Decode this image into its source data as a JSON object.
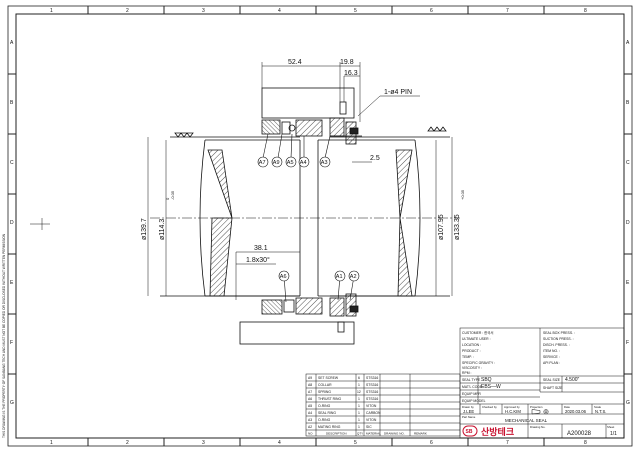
{
  "frame": {
    "col_labels": [
      "1",
      "2",
      "3",
      "4",
      "5",
      "6",
      "7",
      "8"
    ],
    "row_labels": [
      "A",
      "B",
      "C",
      "D",
      "E",
      "F",
      "G"
    ]
  },
  "dimensions": {
    "d_52_4": "52.4",
    "d_19_8": "19.8",
    "d_16_3": "16.3",
    "pin": "1-ø4 PIN",
    "d_2_5": "2.5",
    "d_139_7": "ø139.7",
    "d_114_3": "ø114.3",
    "d_114_3_tol": "-0.05",
    "d_114_3_tol0": "0",
    "d_107_95": "ø107.95",
    "d_133_35": "ø133.35",
    "d_133_35_tol": "+0.05",
    "d_38_1": "38.1",
    "chamfer": "1.8x30°"
  },
  "balloons": [
    "A7",
    "A9",
    "A5",
    "A4",
    "A3",
    "A6",
    "A1",
    "A2"
  ],
  "parts": [
    {
      "no": "A9",
      "desc": "SET SCREW",
      "qty": "6",
      "mat": "STS316"
    },
    {
      "no": "A8",
      "desc": "COLLAR",
      "qty": "1",
      "mat": "STS316"
    },
    {
      "no": "A7",
      "desc": "SPRING",
      "qty": "12",
      "mat": "STS316"
    },
    {
      "no": "A6",
      "desc": "THRUST RING",
      "qty": "1",
      "mat": "STS316"
    },
    {
      "no": "A5",
      "desc": "O-RING",
      "qty": "1",
      "mat": "VITON"
    },
    {
      "no": "A4",
      "desc": "SEAL RING",
      "qty": "1",
      "mat": "CARBON"
    },
    {
      "no": "A3",
      "desc": "O-RING",
      "qty": "1",
      "mat": "VITON"
    },
    {
      "no": "A2",
      "desc": "MATING RING",
      "qty": "1",
      "mat": "SIC"
    }
  ],
  "parts_header": {
    "no": "NO",
    "desc": "DESCRIPTION",
    "qty": "QTY",
    "mat": "MATERIAL",
    "dwg": "DRAWING NO.",
    "remark": "REMARK"
  },
  "title_block": {
    "left_rows": [
      "CUSTOMER : 한국서",
      "ULTIMATE USER :",
      "LOCATION :",
      "PRODUCT :",
      "TEMP. :",
      "SPECIFIC GRAVITY :",
      "VISCOSITY :",
      "RPM :"
    ],
    "right_rows": [
      "SEAL BOX PRESS. :",
      "SUCTION PRESS. :",
      "DISCH. PRESS. :",
      "ITEM NO. :",
      "SERVICE :",
      "API PLAN :"
    ],
    "seal_type_label": "SEAL TYPE",
    "seal_type": "SBQ",
    "matl_code_label": "MAT'L CODE",
    "matl_code": "EBS—W",
    "equip_mfr_label": "EQUIP MFR",
    "equip_model_label": "EQUIP MODEL",
    "seal_size_label": "SEAL SIZE",
    "seal_size": "4.500\"",
    "shaft_size_label": "SHAFT SIZE",
    "drawn_label": "Drawn by",
    "drawn": "J.LEE",
    "checked_label": "Checked by",
    "approved_label": "Approved by",
    "approved": "H.C.KIM",
    "projection_label": "Projection",
    "date_label": "Date",
    "date": "2020.03.06",
    "scale_label": "Scale",
    "scale": "N.T.S.",
    "part_name_label": "Part Name",
    "part_name": "MECHANICAL SEAL",
    "drawing_no_label": "Drawing No.",
    "drawing_no": "A200028",
    "sheet_label": "Sheet",
    "sheet": "1/1",
    "logo_badge": "SB",
    "logo_text": "산방테크"
  },
  "side_note": "THIS DRAWING IS THE PROPERTY OF SANBANG TECH AND MUST NOT BE COPIED OR DISCLOSED WITHOUT WRITTEN PERMISSION"
}
